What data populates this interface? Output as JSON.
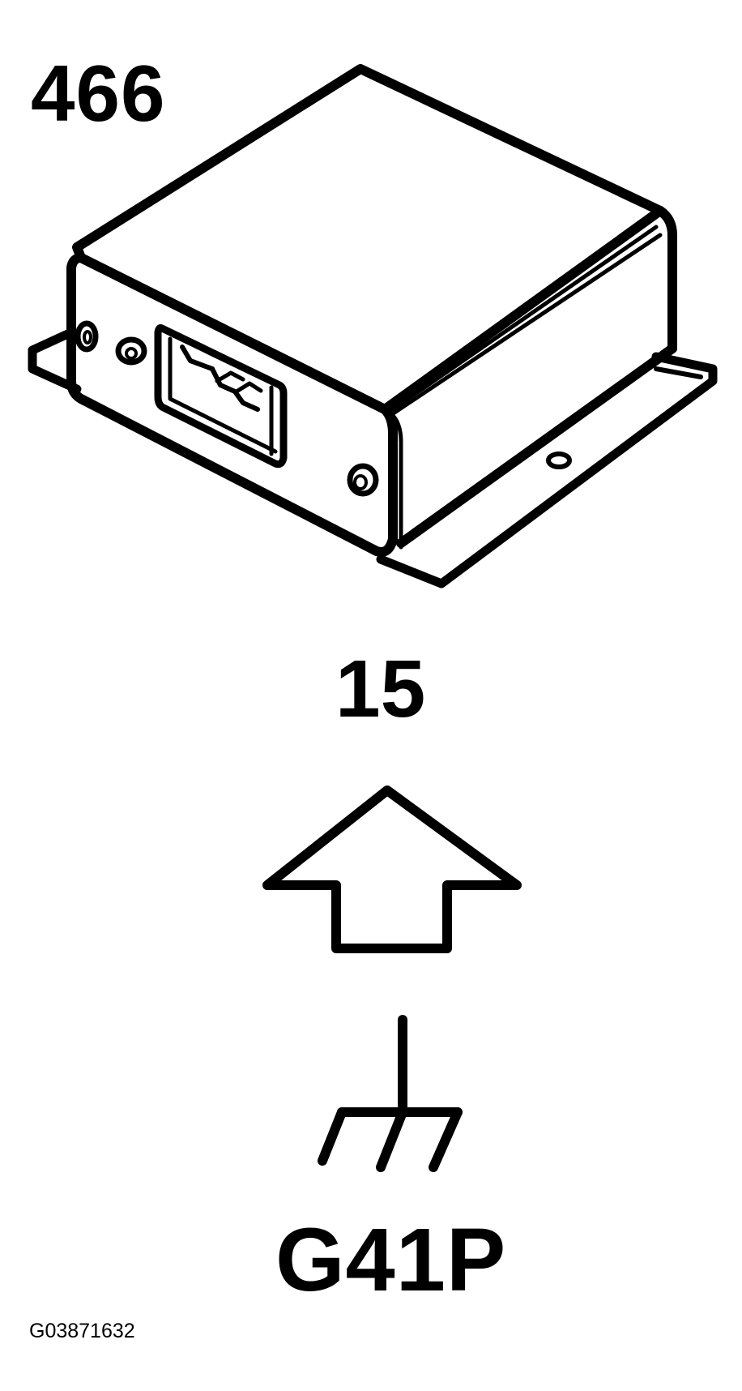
{
  "diagram": {
    "component_number": "466",
    "connector_number": "15",
    "ground_id": "G41P",
    "figure_id": "G03871632",
    "icons": {
      "module": "electronic-module-icon",
      "arrow": "up-arrow-icon",
      "ground": "chassis-ground-icon"
    },
    "colors": {
      "line": "#000000",
      "background": "#ffffff"
    }
  }
}
